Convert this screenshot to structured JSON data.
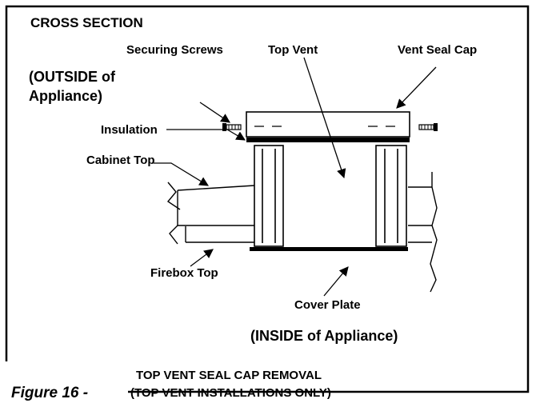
{
  "labels": {
    "cross_section": "CROSS SECTION",
    "securing_screws": "Securing Screws",
    "top_vent": "Top Vent",
    "vent_seal_cap": "Vent Seal Cap",
    "outside_line1": "(OUTSIDE of",
    "outside_line2": "Appliance)",
    "insulation": "Insulation",
    "cabinet_top": "Cabinet Top",
    "firebox_top": "Firebox Top",
    "cover_plate": "Cover Plate",
    "inside": "(INSIDE of Appliance)"
  },
  "caption": {
    "figure": "Figure 16 -",
    "title_line1": "TOP VENT SEAL CAP REMOVAL",
    "title_line2": "(TOP VENT INSTALLATIONS ONLY)"
  }
}
